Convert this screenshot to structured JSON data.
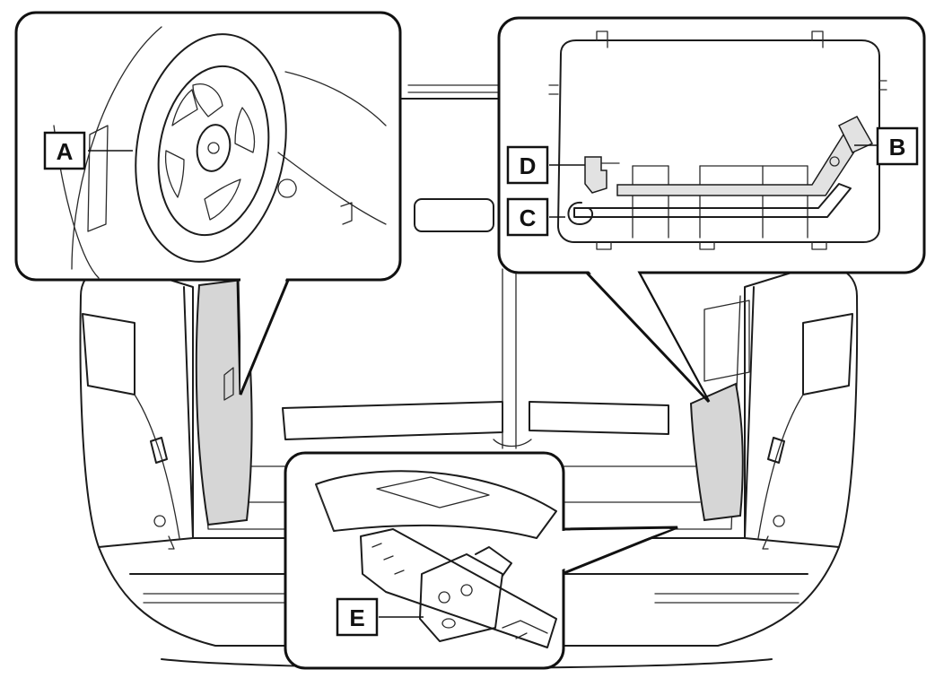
{
  "labels": {
    "spare_tire": "A",
    "wheel_wrench": "B",
    "tool_hook": "C",
    "jack_handle": "D",
    "jack": "E"
  }
}
